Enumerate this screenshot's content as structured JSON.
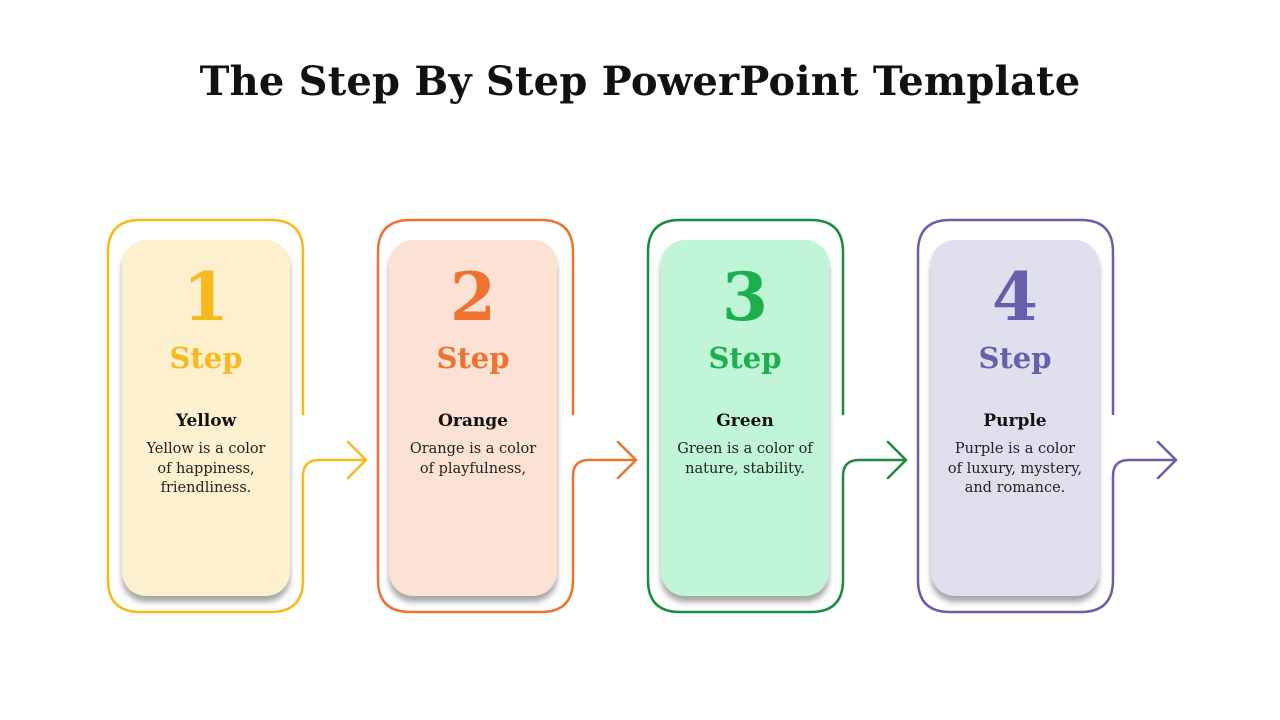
{
  "title": "The Step By Step PowerPoint Template",
  "steps": [
    {
      "number": "1",
      "step_label": "Step",
      "name": "Yellow",
      "description": "Yellow is a color of happiness, friendliness.",
      "color": "#F7B91E",
      "fill": "#FDF0CF"
    },
    {
      "number": "2",
      "step_label": "Step",
      "name": "Orange",
      "description": "Orange is a color of playfulness,",
      "color": "#EE7330",
      "fill": "#FCE1D5"
    },
    {
      "number": "3",
      "step_label": "Step",
      "name": "Green",
      "description": "Green is a color of nature, stability.",
      "color": "#1BAF4D",
      "fill": "#C0F5D7"
    },
    {
      "number": "4",
      "step_label": "Step",
      "name": "Purple",
      "description": "Purple is a color of luxury, mystery, and romance.",
      "color": "#6460AC",
      "fill": "#E0DFEE"
    }
  ],
  "frame_colors": [
    "#F7B91E",
    "#EE7330",
    "#1B8B3C",
    "#6460AC"
  ]
}
